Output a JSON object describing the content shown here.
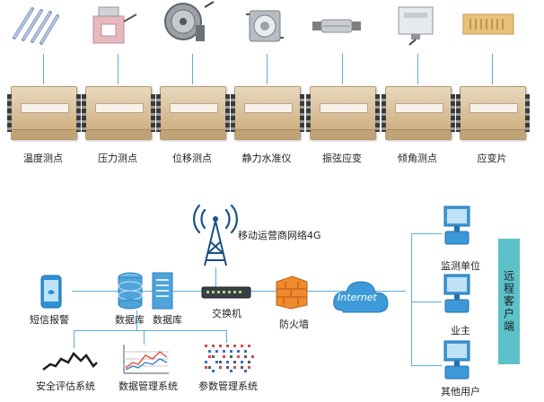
{
  "sensors": [
    {
      "label": "温度测点",
      "icon": "temperature-sensor-icon"
    },
    {
      "label": "压力测点",
      "icon": "pressure-sensor-icon"
    },
    {
      "label": "位移测点",
      "icon": "displacement-sensor-icon"
    },
    {
      "label": "静力水准仪",
      "icon": "hydrostatic-level-icon"
    },
    {
      "label": "振弦应变",
      "icon": "vibrating-wire-strain-icon"
    },
    {
      "label": "倾角测点",
      "icon": "inclination-sensor-icon"
    },
    {
      "label": "应变片",
      "icon": "strain-gauge-icon"
    }
  ],
  "network": {
    "tower_label": "移动运营商网络4G",
    "sms_label": "短信报警",
    "db1_label": "数据库",
    "db2_label": "数据库",
    "switch_label": "交换机",
    "firewall_label": "防火墙",
    "cloud_label": "Internet"
  },
  "systems": [
    {
      "label": "安全评估系统"
    },
    {
      "label": "数据管理系统"
    },
    {
      "label": "参数管理系统"
    }
  ],
  "clients": [
    {
      "label": "监测单位"
    },
    {
      "label": "业主"
    },
    {
      "label": "其他用户"
    }
  ],
  "sidebar": {
    "label": "远程客户端"
  },
  "colors": {
    "line": "#58b0d6",
    "sidebar": "#5cc1c8",
    "firewall": "#f08a2c",
    "cloud": "#2f8fd0"
  }
}
